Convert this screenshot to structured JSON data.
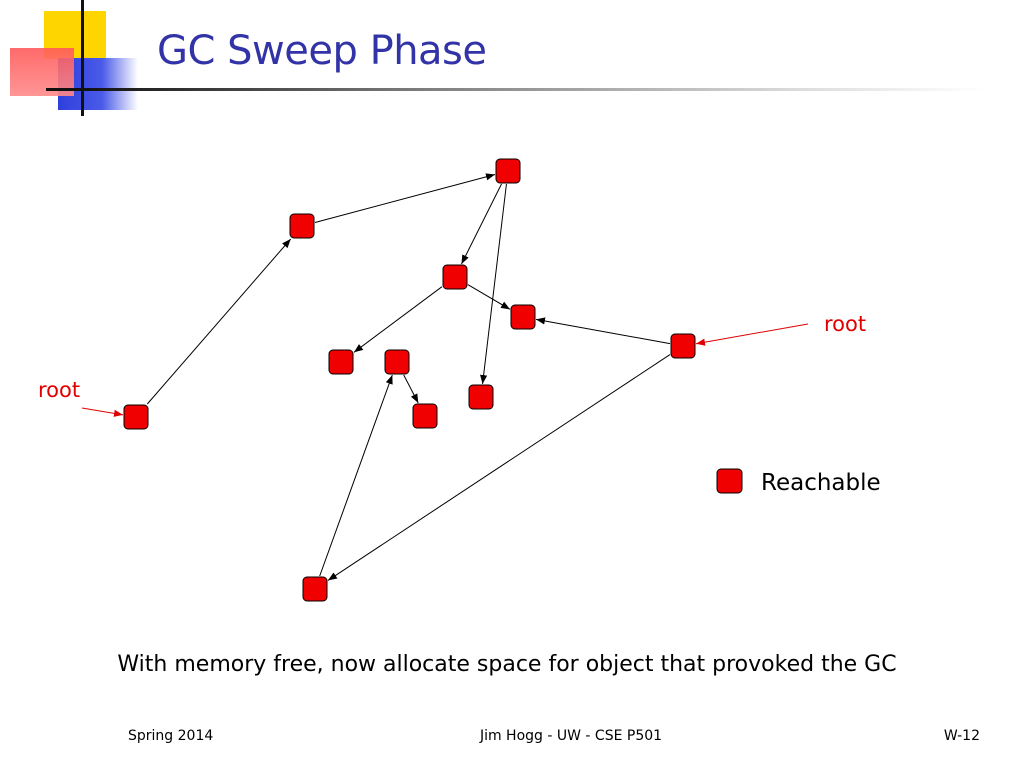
{
  "slide": {
    "title": "GC Sweep Phase",
    "caption": "With memory free, now allocate space for object that provoked the GC"
  },
  "diagram": {
    "roots": [
      {
        "id": "root-left",
        "label": "root",
        "target": "n1"
      },
      {
        "id": "root-right",
        "label": "root",
        "target": "n8"
      }
    ],
    "nodes": [
      {
        "id": "n1",
        "status": "Reachable"
      },
      {
        "id": "n2",
        "status": "Reachable"
      },
      {
        "id": "n3",
        "status": "Reachable"
      },
      {
        "id": "n4",
        "status": "Reachable"
      },
      {
        "id": "n5",
        "status": "Reachable"
      },
      {
        "id": "n6",
        "status": "Reachable"
      },
      {
        "id": "n7",
        "status": "Reachable"
      },
      {
        "id": "n8",
        "status": "Reachable"
      },
      {
        "id": "n9",
        "status": "Reachable"
      },
      {
        "id": "n10",
        "status": "Reachable"
      },
      {
        "id": "n11",
        "status": "Reachable"
      }
    ],
    "edges": [
      {
        "from": "n1",
        "to": "n2"
      },
      {
        "from": "n2",
        "to": "n3"
      },
      {
        "from": "n3",
        "to": "n4"
      },
      {
        "from": "n3",
        "to": "n9"
      },
      {
        "from": "n4",
        "to": "n6"
      },
      {
        "from": "n4",
        "to": "n5"
      },
      {
        "from": "n8",
        "to": "n5"
      },
      {
        "from": "n8",
        "to": "n11"
      },
      {
        "from": "n11",
        "to": "n7"
      },
      {
        "from": "n7",
        "to": "n10"
      }
    ],
    "legend": {
      "label": "Reachable",
      "color": "#f00000"
    }
  },
  "footer": {
    "left": "Spring 2014",
    "center": "Jim Hogg - UW - CSE P501",
    "right": "W-12"
  }
}
